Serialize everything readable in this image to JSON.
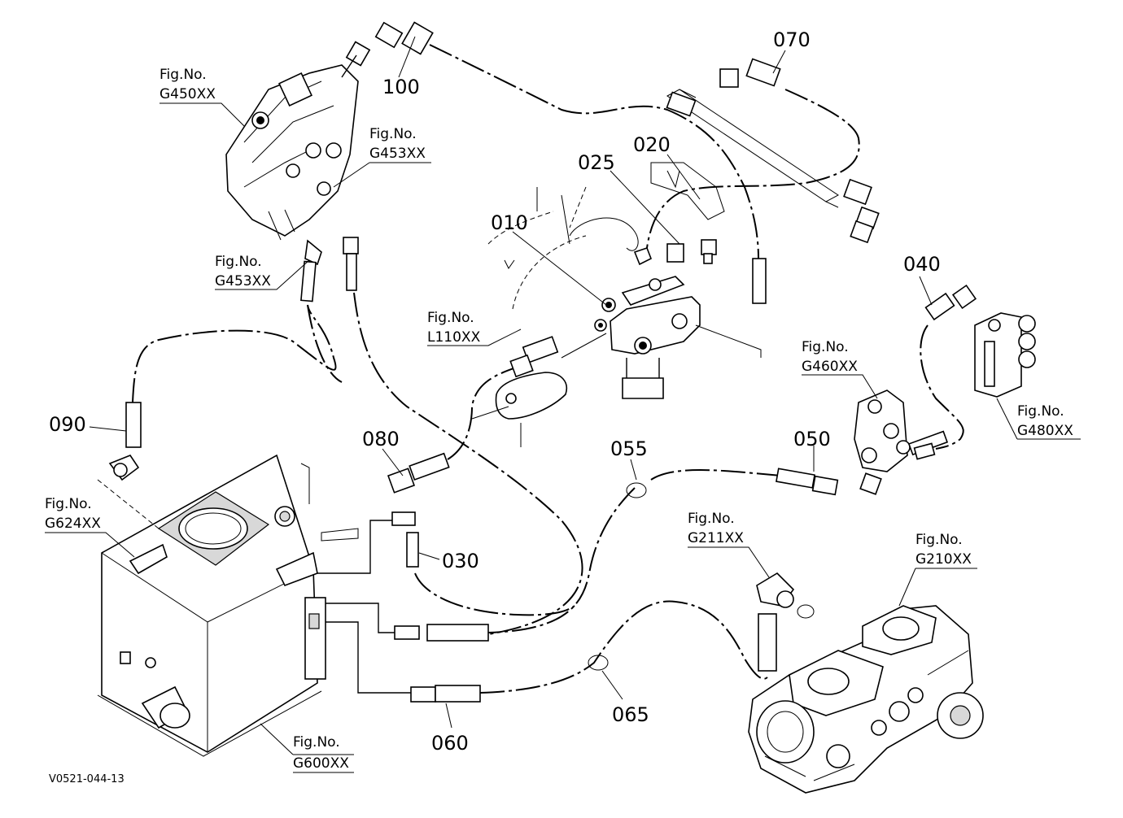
{
  "parts": {
    "p010": "010",
    "p020": "020",
    "p025": "025",
    "p030": "030",
    "p040": "040",
    "p050": "050",
    "p055": "055",
    "p060": "060",
    "p065": "065",
    "p070": "070",
    "p080": "080",
    "p090": "090",
    "p100": "100"
  },
  "figrefs": {
    "g450": {
      "label": "Fig.No.",
      "code": "G450XX"
    },
    "g453a": {
      "label": "Fig.No.",
      "code": "G453XX"
    },
    "g453b": {
      "label": "Fig.No.",
      "code": "G453XX"
    },
    "l110": {
      "label": "Fig.No.",
      "code": "L110XX"
    },
    "g460": {
      "label": "Fig.No.",
      "code": "G460XX"
    },
    "g480": {
      "label": "Fig.No.",
      "code": "G480XX"
    },
    "g624": {
      "label": "Fig.No.",
      "code": "G624XX"
    },
    "g211": {
      "label": "Fig.No.",
      "code": "G211XX"
    },
    "g210": {
      "label": "Fig.No.",
      "code": "G210XX"
    },
    "g600": {
      "label": "Fig.No.",
      "code": "G600XX"
    }
  },
  "drawing_code": "V0521-044-13"
}
